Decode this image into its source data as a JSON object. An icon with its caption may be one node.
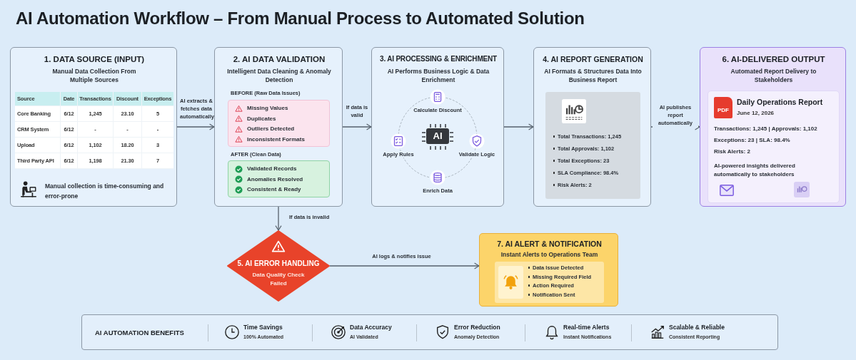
{
  "diagram": {
    "title": "AI Automation Workflow – From Manual Process to Automated Solution",
    "nodes": [
      {
        "text": [
          "1. DATA SOURCE (INPUT)",
          "Manual Data Collection From Multiple Sources",
          "Manual collection is time-consuming and error-prone"
        ]
      },
      {
        "text": [
          "2. AI DATA VALIDATION",
          "Intelligent Data Cleaning & Anomaly Detection",
          "BEFORE (Raw Data Issues)",
          "AFTER (Clean Data)"
        ]
      },
      {
        "text": [
          "Missing Values",
          "Duplicates",
          "Outliers Detected",
          "Inconsistent Formats"
        ],
        "in": 1
      },
      {
        "text": [
          "Validated Records",
          "Anomalies Resolved",
          "Consistent & Ready"
        ],
        "in": 1
      },
      {
        "text": [
          "3. AI PROCESSING & ENRICHMENT",
          "AI Performs Business Logic & Data Enrichment"
        ]
      },
      {
        "text": [
          "AI"
        ],
        "in": 4
      },
      {
        "text": [
          "Calculate Discount"
        ],
        "in": 4
      },
      {
        "text": [
          "Apply Rules"
        ],
        "in": 4
      },
      {
        "text": [
          "Validate Logic"
        ],
        "in": 4
      },
      {
        "text": [
          "Enrich Data"
        ],
        "in": 4
      },
      {
        "text": [
          "4. AI REPORT GENERATION",
          "AI Formats & Structures Data Into Business Report"
        ]
      },
      {
        "text": [
          "Total Transactions: 1,245",
          "Total Approvals: 1,102",
          "Total Exceptions: 23",
          "SLA Compliance: 98.4%",
          "Risk Alerts: 2"
        ],
        "in": 10
      },
      {
        "text": [
          "6. AI-DELIVERED OUTPUT",
          "Automated Report Delivery to Stakeholders"
        ]
      },
      {
        "text": [
          "PDF",
          "Daily Operations Report",
          "June 12, 2026",
          "Transactions: 1,245 | Approvals: 1,102",
          "Exceptions: 23 | SLA: 98.4%",
          "Risk Alerts: 2",
          "AI-powered insights delivered automatically to stakeholders"
        ],
        "in": 12
      },
      {
        "text": [
          "5. AI ERROR HANDLING",
          "Data Quality Check Failed"
        ]
      },
      {
        "text": [
          "7. AI ALERT & NOTIFICATION",
          "Instant Alerts to Operations Team"
        ]
      },
      {
        "text": [
          "Data Issue Detected",
          "Missing Required Field",
          "Action Required",
          "Notification Sent"
        ],
        "in": 15
      },
      {
        "text": [
          "AI AUTOMATION BENEFITS",
          "Time Savings",
          "100% Automated",
          "Data Accuracy",
          "AI Validated",
          "Error Reduction",
          "Anomaly Detection",
          "Real-time Alerts",
          "Instant Notifications",
          "Scalable & Reliable",
          "Consistent Reporting"
        ]
      }
    ],
    "edges": [
      {
        "from": 0,
        "to": 1,
        "arrow": "to",
        "label": "AI extracts & fetches data automatically"
      },
      {
        "from": 1,
        "to": 4,
        "arrow": "to",
        "label": "If data is valid"
      },
      {
        "from": 4,
        "to": 10,
        "arrow": "to"
      },
      {
        "from": 10,
        "to": 12,
        "arrow": "to",
        "label": "AI publishes report automatically"
      },
      {
        "from": 1,
        "to": 14,
        "arrow": "to",
        "label": "If data is invalid"
      },
      {
        "from": 14,
        "to": 15,
        "arrow": "to",
        "label": "AI logs & notifies issue"
      }
    ],
    "labels": [
      "Source",
      "Date",
      "Transactions",
      "Discount",
      "Exceptions",
      "Core Banking",
      "6/12",
      "1,245",
      "23.10",
      "5",
      "CRM System",
      "6/12",
      "-",
      "-",
      "-",
      "Upload",
      "6/12",
      "1,102",
      "18.20",
      "3",
      "Third Party API",
      "6/12",
      "1,198",
      "21.30",
      "7"
    ]
  }
}
